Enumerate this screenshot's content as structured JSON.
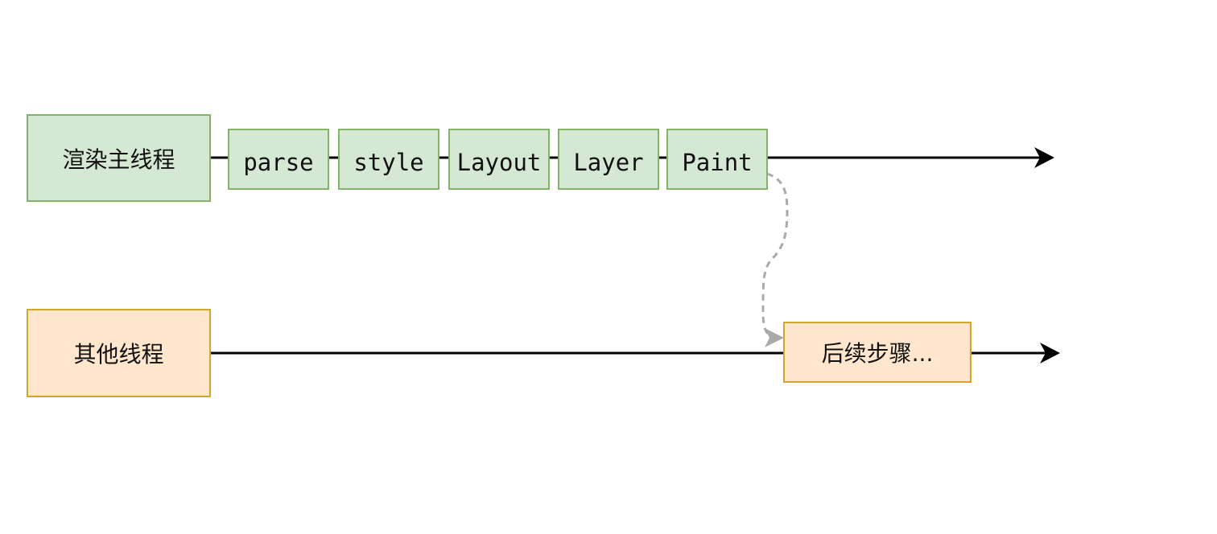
{
  "threads": {
    "main": {
      "label": "渲染主线程"
    },
    "other": {
      "label": "其他线程"
    }
  },
  "main_steps": [
    "parse",
    "style",
    "Layout",
    "Layer",
    "Paint"
  ],
  "next_step": {
    "label": "后续步骤..."
  },
  "colors": {
    "main_fill": "#d5e8d4",
    "main_border": "#82b366",
    "other_fill": "#ffe6cc",
    "other_border": "#d6a32b",
    "line": "#000000",
    "dashed_connector": "#aaaaaa"
  }
}
